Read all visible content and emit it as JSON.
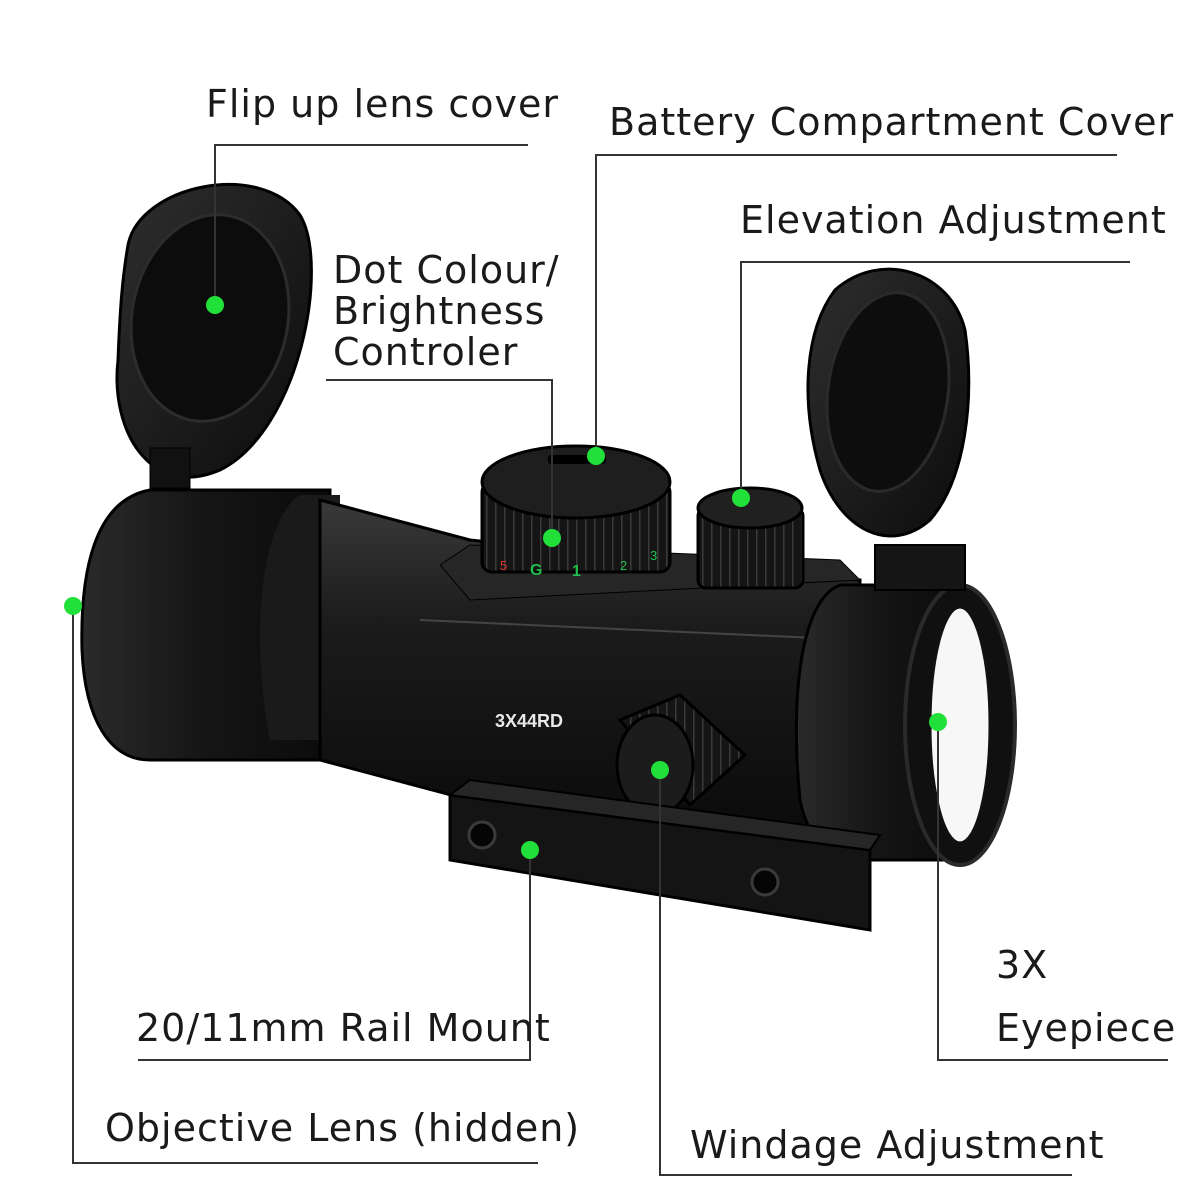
{
  "colors": {
    "background": "#ffffff",
    "callout_line": "#333333",
    "marker": "#22e03a",
    "scope_body": "#141414",
    "dial_red": "#e0322f",
    "dial_green": "#1fbf4f"
  },
  "callouts": {
    "flip_up_lens_cover": "Flip up lens cover",
    "battery_compartment_cover": "Battery Compartment Cover",
    "elevation_adjustment": "Elevation Adjustment",
    "dot_colour_line1": "Dot Colour/",
    "dot_colour_line2": "Brightness",
    "dot_colour_line3": "Controler",
    "eyepiece_line1": "3X",
    "eyepiece_line2": "Eyepiece",
    "rail_mount": "20/11mm Rail Mount",
    "objective_lens": "Objective Lens (hidden)",
    "windage_adjustment": "Windage Adjustment"
  },
  "product": {
    "model_marking": "3X44RD",
    "dial_markings": [
      "5",
      "G",
      "1",
      "2",
      "3"
    ]
  }
}
